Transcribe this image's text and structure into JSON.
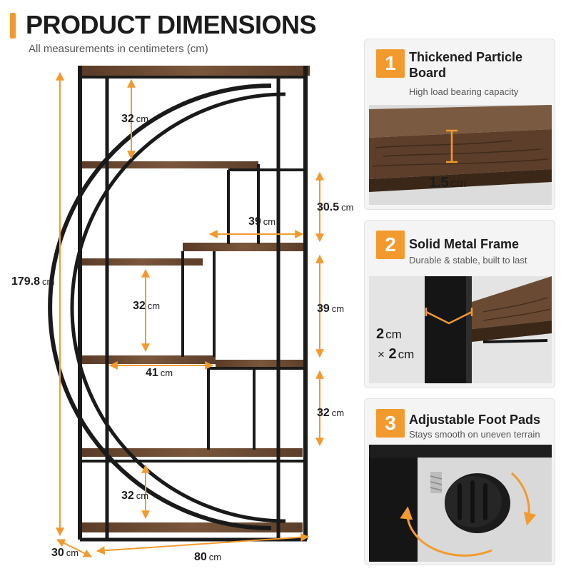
{
  "header": {
    "title": "PRODUCT DIMENSIONS",
    "subtitle": "All measurements in centimeters (cm)"
  },
  "colors": {
    "accent": "#f29a2e",
    "frame": "#1a1a1a",
    "wood": "#6b4a33"
  },
  "dimensions": {
    "height_total": {
      "value": "179.8",
      "unit": "cm"
    },
    "shelf_gap_top": {
      "value": "32",
      "unit": "cm"
    },
    "right_gap_1": {
      "value": "30.5",
      "unit": "cm"
    },
    "inner_width": {
      "value": "39",
      "unit": "cm"
    },
    "shelf_gap_middle": {
      "value": "32",
      "unit": "cm"
    },
    "right_gap_2": {
      "value": "39",
      "unit": "cm"
    },
    "shelf_width": {
      "value": "41",
      "unit": "cm"
    },
    "right_gap_3": {
      "value": "32",
      "unit": "cm"
    },
    "shelf_gap_bottom": {
      "value": "32",
      "unit": "cm"
    },
    "depth": {
      "value": "30",
      "unit": "cm"
    },
    "width_total": {
      "value": "80",
      "unit": "cm"
    }
  },
  "features": [
    {
      "number": "1",
      "title": "Thickened Particle Board",
      "subtitle": "High load bearing capacity",
      "label_value": "1.5",
      "label_unit": "cm",
      "icon": "board-thickness-icon"
    },
    {
      "number": "2",
      "title": "Solid Metal Frame",
      "subtitle": "Durable & stable, built to last",
      "label_line1_value": "2",
      "label_line1_unit": "cm",
      "label_line2_prefix": "×",
      "label_line2_value": "2",
      "label_line2_unit": "cm",
      "icon": "metal-frame-icon"
    },
    {
      "number": "3",
      "title": "Adjustable Foot Pads",
      "subtitle": "Stays smooth on uneven terrain",
      "icon": "foot-pad-icon"
    }
  ]
}
